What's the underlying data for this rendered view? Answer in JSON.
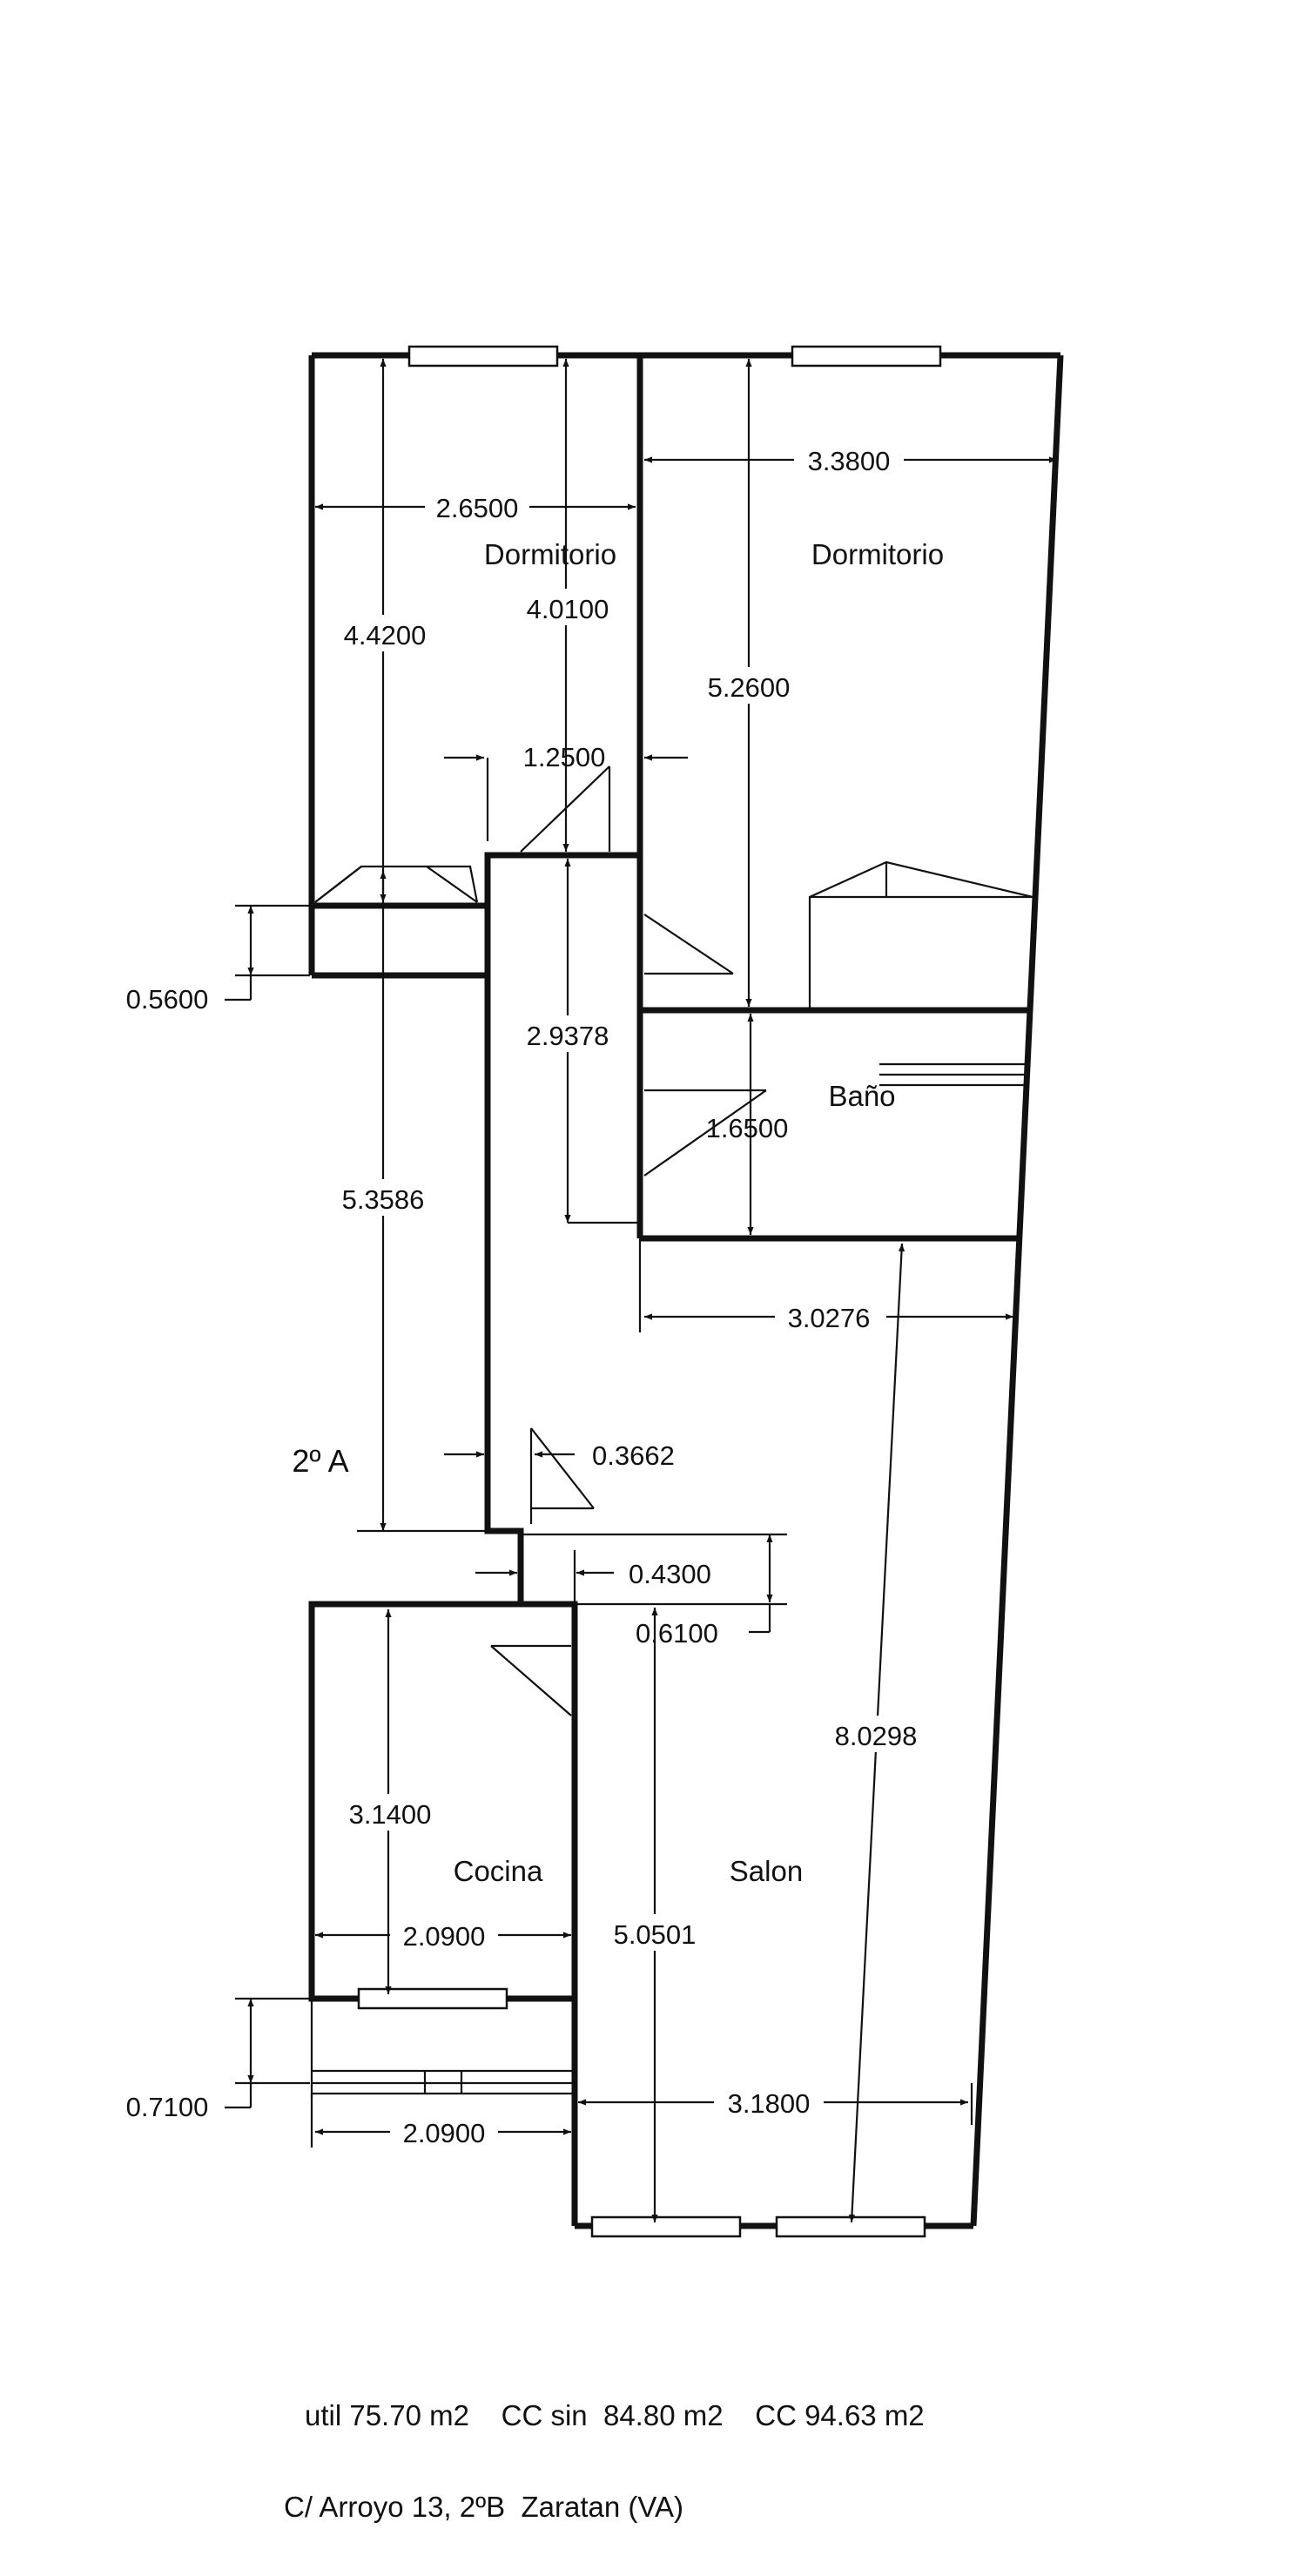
{
  "plan": {
    "rooms": {
      "dorm1": "Dormitorio",
      "dorm2": "Dormitorio",
      "bano": "Baño",
      "cocina": "Cocina",
      "salon": "Salon"
    },
    "floor_label": "2º A",
    "dimensions": {
      "d_26500": "2.6500",
      "d_33800": "3.3800",
      "d_44200": "4.4200",
      "d_40100": "4.0100",
      "d_52600": "5.2600",
      "d_12500": "1.2500",
      "d_05600": "0.5600",
      "d_29378": "2.9378",
      "d_16500": "1.6500",
      "d_53586": "5.3586",
      "d_30276": "3.0276",
      "d_03662": "0.3662",
      "d_04300": "0.4300",
      "d_06100": "0.6100",
      "d_80298": "8.0298",
      "d_31400": "3.1400",
      "d_50501": "5.0501",
      "d_20900a": "2.0900",
      "d_07100": "0.7100",
      "d_20900b": "2.0900",
      "d_31800": "3.1800"
    }
  },
  "footer": {
    "areas": "util 75.70 m2    CC sin  84.80 m2    CC 94.63 m2",
    "address": "C/ Arroyo 13, 2ºB  Zaratan (VA)"
  }
}
